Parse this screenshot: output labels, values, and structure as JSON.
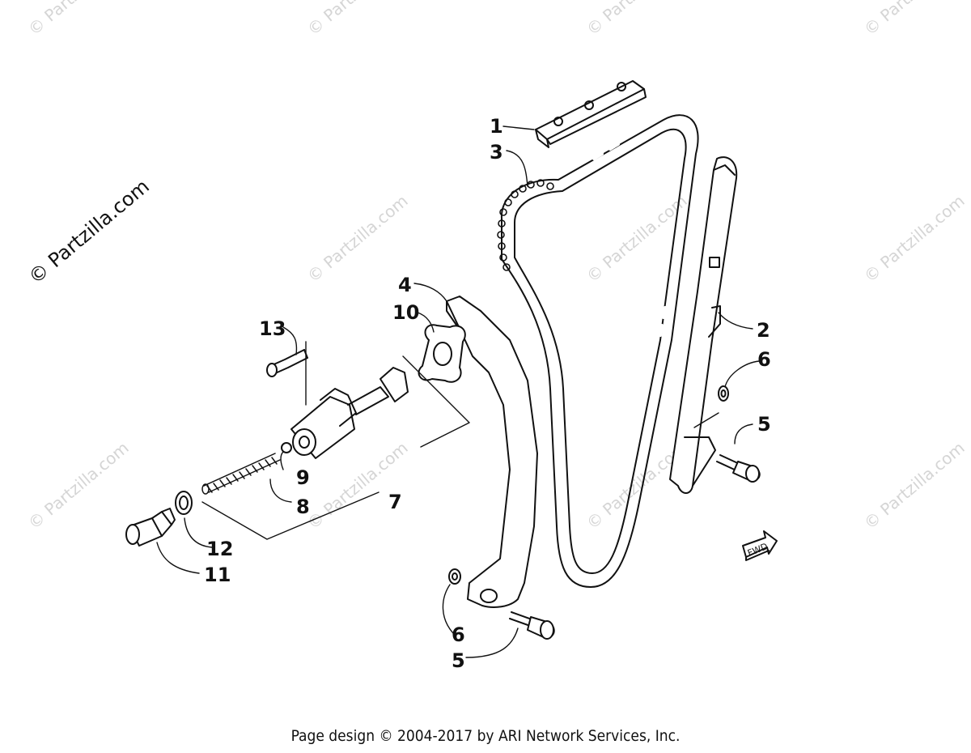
{
  "watermark": {
    "text": "© Partzilla.com"
  },
  "callouts": [
    "1",
    "3",
    "4",
    "10",
    "13",
    "2",
    "6",
    "5",
    "9",
    "8",
    "7",
    "12",
    "11",
    "6",
    "5"
  ],
  "fwd_label": "FWD",
  "footer": "Page design © 2004-2017 by ARI Network Services, Inc."
}
